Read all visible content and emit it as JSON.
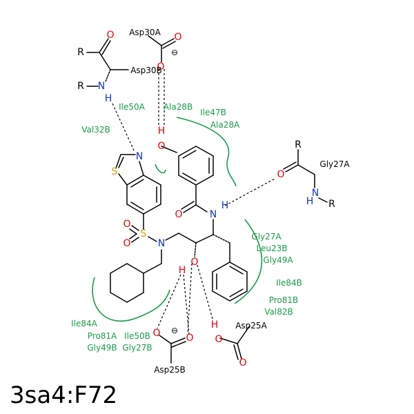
{
  "title": "3sa4:F72",
  "colors": {
    "bond": "#000000",
    "residue_contact": "#1a9a4a",
    "oxygen": "#e8000b",
    "nitrogen": "#1432c8",
    "sulfur": "#c8a000",
    "carbon_hydrogen": "#000000"
  },
  "atoms": {
    "r1": "R",
    "o_asp30b": "O",
    "r2": "R",
    "n_asp30b": "N",
    "h_asp30b": "H",
    "o1_asp30a": "O",
    "o2_asp30a": "O",
    "charge_asp30a": "⊖",
    "h_phenol": "H",
    "o_phenol": "O",
    "n_thiazole": "N",
    "s_thiazole": "S",
    "o_amide": "O",
    "n_amide": "N",
    "h_amide": "H",
    "r_gly27a_top": "R",
    "o_gly27a": "O",
    "n_gly27a": "N",
    "h_gly27a": "H",
    "r_gly27a_bot": "R",
    "o_sulfonyl_top": "O",
    "s_sulfonyl": "S",
    "o_sulfonyl_bot": "O",
    "n_sulfonamide": "N",
    "o_hydroxyl": "O",
    "h_hydroxyl": "H",
    "o1_asp25b": "O",
    "o2_asp25b": "O",
    "charge_asp25b": "⊖",
    "h_asp25a": "H",
    "o1_asp25a": "O",
    "o2_asp25a": "O"
  },
  "residues": {
    "asp30a": "Asp30A",
    "asp30b": "Asp30B",
    "ile50a": "Ile50A",
    "ala28b": "Ala28B",
    "ile47b": "Ile47B",
    "ala28a": "Ala28A",
    "val32b": "Val32B",
    "gly27a_bond": "Gly27A",
    "gly27a": "Gly27A",
    "leu23b": "Leu23B",
    "gly49a": "Gly49A",
    "ile84b": "Ile84B",
    "pro81b": "Pro81B",
    "val82b": "Val82B",
    "asp25a": "Asp25A",
    "ile84a": "Ile84A",
    "pro81a": "Pro81A",
    "ile50b": "Ile50B",
    "gly49b": "Gly49B",
    "gly27b": "Gly27B",
    "asp25b": "Asp25B"
  }
}
